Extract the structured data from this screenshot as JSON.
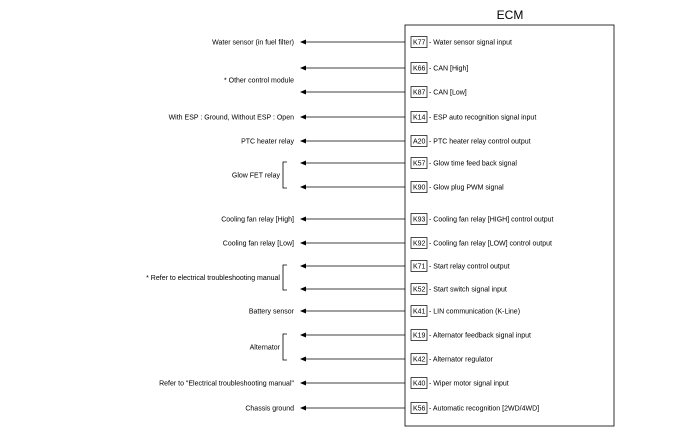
{
  "ecm": {
    "title": "ECM"
  },
  "rows": [
    {
      "pin": "K77",
      "desc": "Water sensor signal input",
      "target": "Water sensor (in fuel filter)"
    },
    {
      "pin": "K66",
      "desc": "CAN [High]",
      "target": ""
    },
    {
      "pin": "K87",
      "desc": "CAN [Low]",
      "target": ""
    },
    {
      "pin": "K14",
      "desc": "ESP auto recognition signal input",
      "target": "With ESP : Ground, Without ESP : Open"
    },
    {
      "pin": "A20",
      "desc": "PTC heater relay control output",
      "target": "PTC heater relay"
    },
    {
      "pin": "K57",
      "desc": "Glow time feed back signal",
      "target": ""
    },
    {
      "pin": "K90",
      "desc": "Glow plug PWM signal",
      "target": ""
    },
    {
      "pin": "K93",
      "desc": "Cooling fan relay [HIGH] control output",
      "target": "Cooling fan relay [High]"
    },
    {
      "pin": "K92",
      "desc": "Cooling fan relay [LOW] control output",
      "target": "Cooling fan relay [Low]"
    },
    {
      "pin": "K71",
      "desc": "Start relay control output",
      "target": ""
    },
    {
      "pin": "K52",
      "desc": "Start switch signal input",
      "target": ""
    },
    {
      "pin": "K41",
      "desc": "LIN communication (K-Line)",
      "target": "Battery sensor"
    },
    {
      "pin": "K19",
      "desc": "Alternator feedback signal input",
      "target": ""
    },
    {
      "pin": "K42",
      "desc": "Alternator regulator",
      "target": ""
    },
    {
      "pin": "K40",
      "desc": "Wiper motor signal input",
      "target": "Refer to \"Electrical troubleshooting manual\""
    },
    {
      "pin": "K56",
      "desc": "Automatic recognition [2WD/4WD]",
      "target": "Chassis ground"
    }
  ],
  "groups": [
    {
      "label": "* Other control module",
      "rows": [
        1,
        2
      ],
      "bracket": false
    },
    {
      "label": "Glow FET relay",
      "rows": [
        5,
        6
      ],
      "bracket": true
    },
    {
      "label": "* Refer to electrical troubleshooting manual",
      "rows": [
        9,
        10
      ],
      "bracket": true
    },
    {
      "label": "Alternator",
      "rows": [
        12,
        13
      ],
      "bracket": true
    }
  ]
}
